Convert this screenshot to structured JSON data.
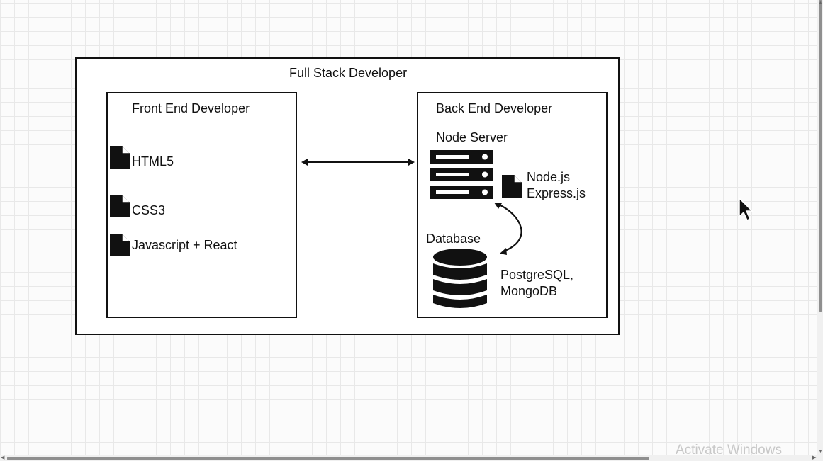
{
  "diagram": {
    "outer_title": "Full Stack Developer",
    "front_end": {
      "title": "Front End Developer",
      "items": [
        "HTML5",
        "CSS3",
        "Javascript + React"
      ]
    },
    "back_end": {
      "title": "Back End Developer",
      "node_server_label": "Node Server",
      "node_tech_line1": "Node.js",
      "node_tech_line2": "Express.js",
      "database_label": "Database",
      "db_tech_line1": "PostgreSQL,",
      "db_tech_line2": "MongoDB"
    }
  },
  "icons": {
    "document": "document-icon",
    "server": "server-icon",
    "database": "database-icon",
    "cursor": "mouse-cursor-icon"
  },
  "watermark": "Activate Windows",
  "colors": {
    "stroke": "#111111",
    "grid": "#e8e8e8",
    "background": "#fbfbfb"
  }
}
